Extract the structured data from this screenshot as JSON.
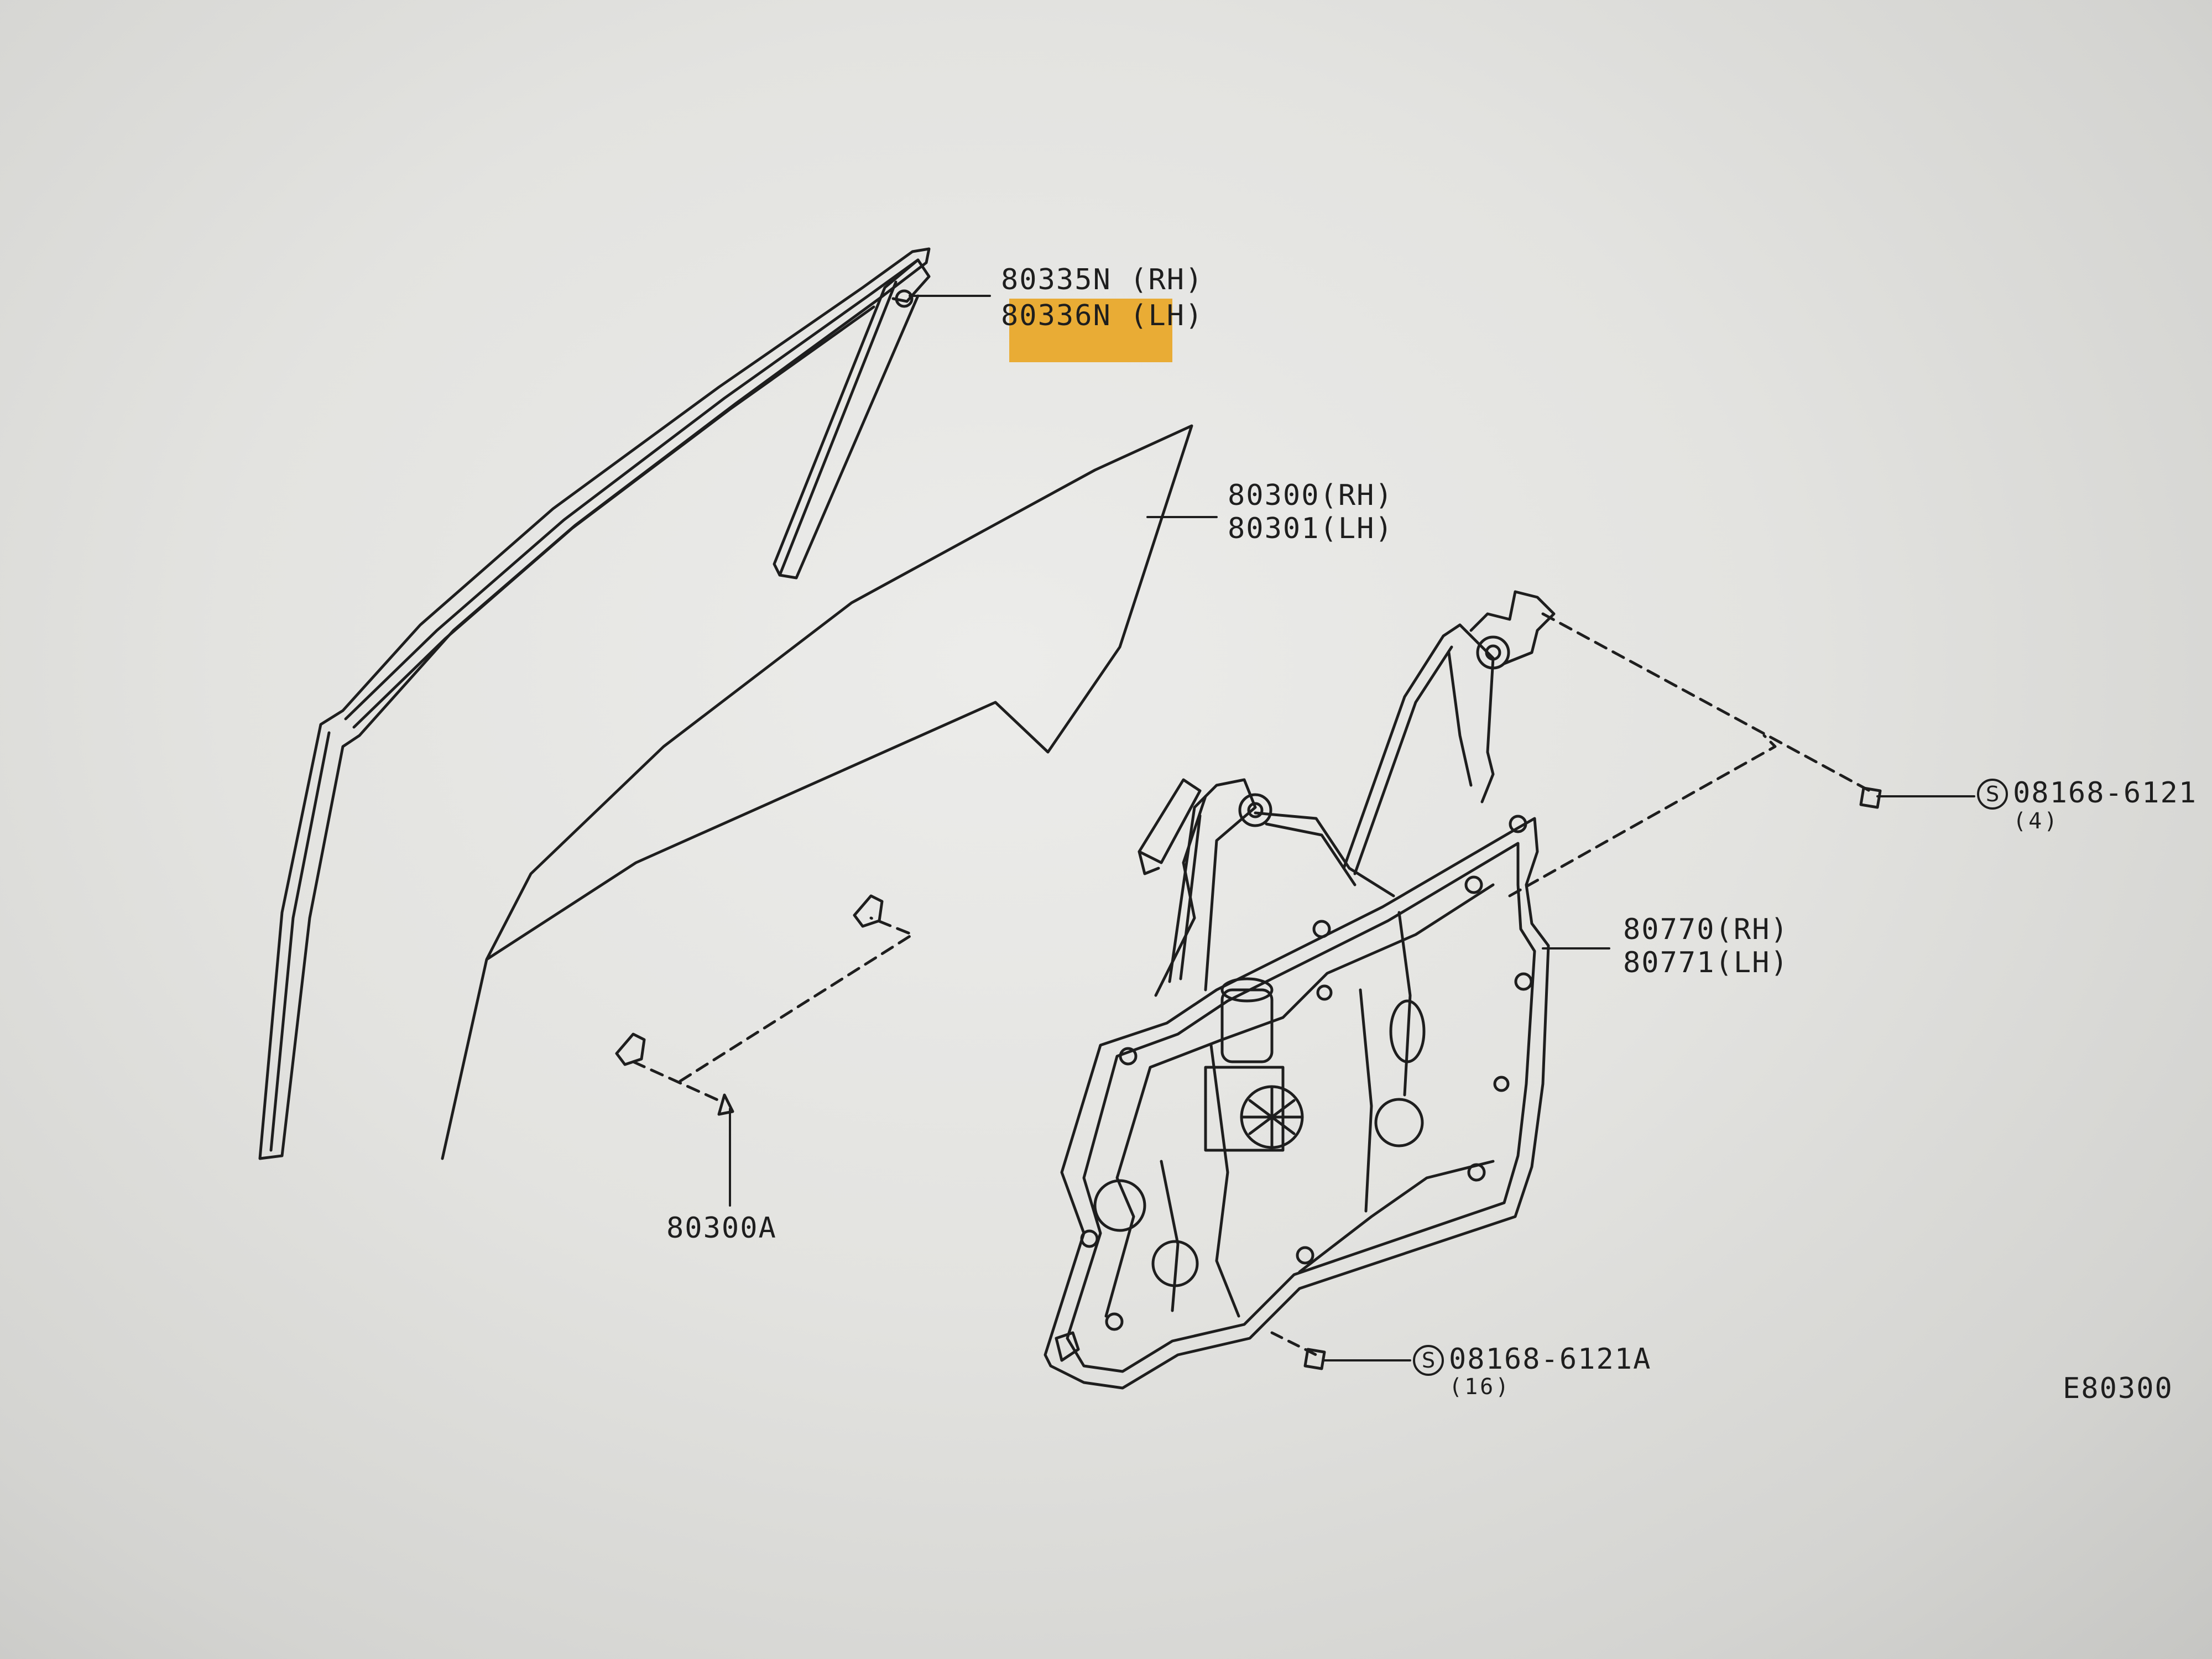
{
  "parts": {
    "run_channel": {
      "rh": "80335N (RH)",
      "lh": "80336N (LH)"
    },
    "door_glass": {
      "rh": "80300(RH)",
      "lh": "80301(LH)"
    },
    "glass_bolt": {
      "label": "80300A"
    },
    "regulator": {
      "rh": "80770(RH)",
      "lh": "80771(LH)"
    },
    "bolt_upper": {
      "symbol": "S",
      "number": "08168-6121",
      "qty": "(4)"
    },
    "bolt_lower": {
      "symbol": "S",
      "number": "08168-6121A",
      "qty": "(16)"
    }
  },
  "figure_id": "E80300",
  "colors": {
    "line": "#1e1e1e",
    "highlight": "#e9a521",
    "screen": "#e6e6e3"
  }
}
